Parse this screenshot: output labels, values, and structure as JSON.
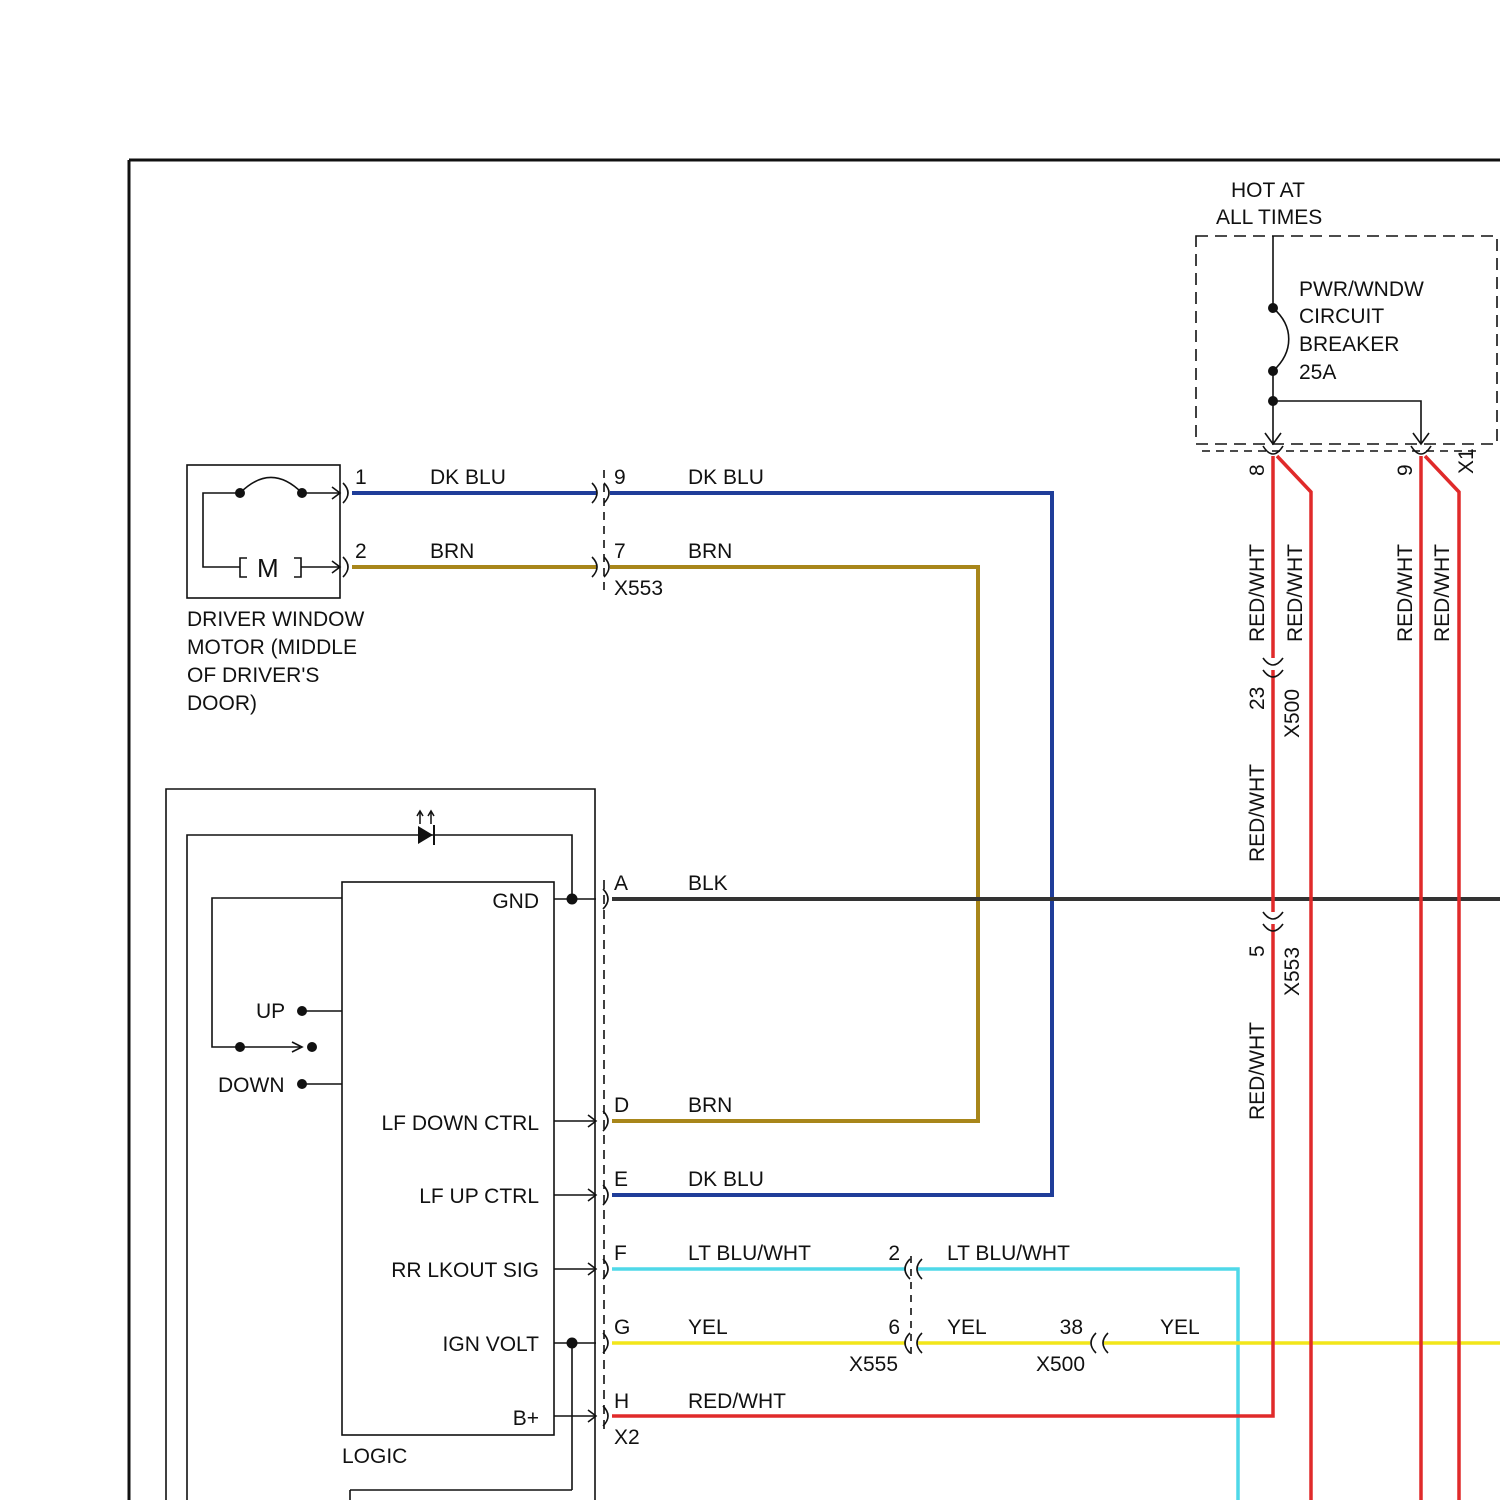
{
  "colors": {
    "dk_blu": "#1f3d99",
    "brn": "#a8861a",
    "blk": "#333333",
    "lt_blu_wht": "#4fd8e8",
    "yel": "#f2e61a",
    "red_wht": "#e02a2a",
    "line": "#111111"
  },
  "power": {
    "hot_label_1": "HOT AT",
    "hot_label_2": "ALL TIMES",
    "breaker_1": "PWR/WNDW",
    "breaker_2": "CIRCUIT",
    "breaker_3": "BREAKER",
    "breaker_4": "25A",
    "pin_8": "8",
    "pin_9": "9",
    "conn_x1": "X1"
  },
  "motor": {
    "symbol": "M",
    "name_1": "DRIVER WINDOW",
    "name_2": "MOTOR (MIDDLE",
    "name_3": "OF DRIVER'S",
    "name_4": "DOOR)",
    "pin_1": "1",
    "pin_2": "2"
  },
  "x553_top": {
    "pin_9": "9",
    "pin_7": "7",
    "label": "X553"
  },
  "wires": {
    "dk_blu": "DK BLU",
    "brn": "BRN",
    "blk": "BLK",
    "lt_blu_wht": "LT BLU/WHT",
    "yel": "YEL",
    "red_wht": "RED/WHT"
  },
  "switch": {
    "up": "UP",
    "down": "DOWN",
    "logic": "LOGIC",
    "gnd": "GND",
    "lf_down_ctrl": "LF DOWN CTRL",
    "lf_up_ctrl": "LF UP CTRL",
    "rr_lkout_sig": "RR LKOUT SIG",
    "ign_volt": "IGN VOLT",
    "b_plus": "B+",
    "conn_label": "X2",
    "pin_a": "A",
    "pin_d": "D",
    "pin_e": "E",
    "pin_f": "F",
    "pin_g": "G",
    "pin_h": "H"
  },
  "x555": {
    "pin_2": "2",
    "pin_6": "6",
    "label": "X555"
  },
  "x500_yel": {
    "pin_38": "38",
    "label": "X500"
  },
  "x500_vert": {
    "pin_23": "23",
    "label": "X500"
  },
  "x553_vert": {
    "pin_5": "5",
    "label": "X553"
  }
}
